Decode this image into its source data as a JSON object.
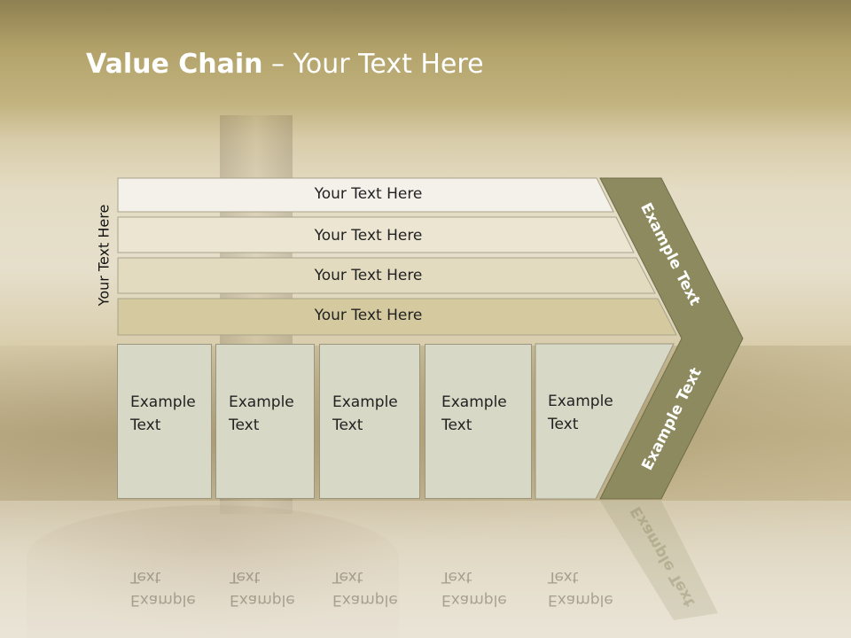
{
  "title": {
    "bold": "Value Chain",
    "rest": " – Your Text Here"
  },
  "side_label": "Your Text Here",
  "bands": [
    {
      "label": "Your Text Here",
      "color": "#f3f1ea"
    },
    {
      "label": "Your Text Here",
      "color": "#ebe5d2"
    },
    {
      "label": "Your Text Here",
      "color": "#e2dbc0"
    },
    {
      "label": "Your Text Here",
      "color": "#d5ca9f"
    }
  ],
  "columns": [
    {
      "line1": "Example",
      "line2": "Text"
    },
    {
      "line1": "Example",
      "line2": "Text"
    },
    {
      "line1": "Example",
      "line2": "Text"
    },
    {
      "line1": "Example",
      "line2": "Text"
    },
    {
      "line1": "Example",
      "line2": "Text"
    }
  ],
  "arrow": {
    "top_text": "Example Text",
    "bottom_text": "Example Text",
    "color": "#8c8a5e"
  },
  "colors": {
    "column_fill": "#d8d8c6",
    "title": "#ffffff"
  }
}
